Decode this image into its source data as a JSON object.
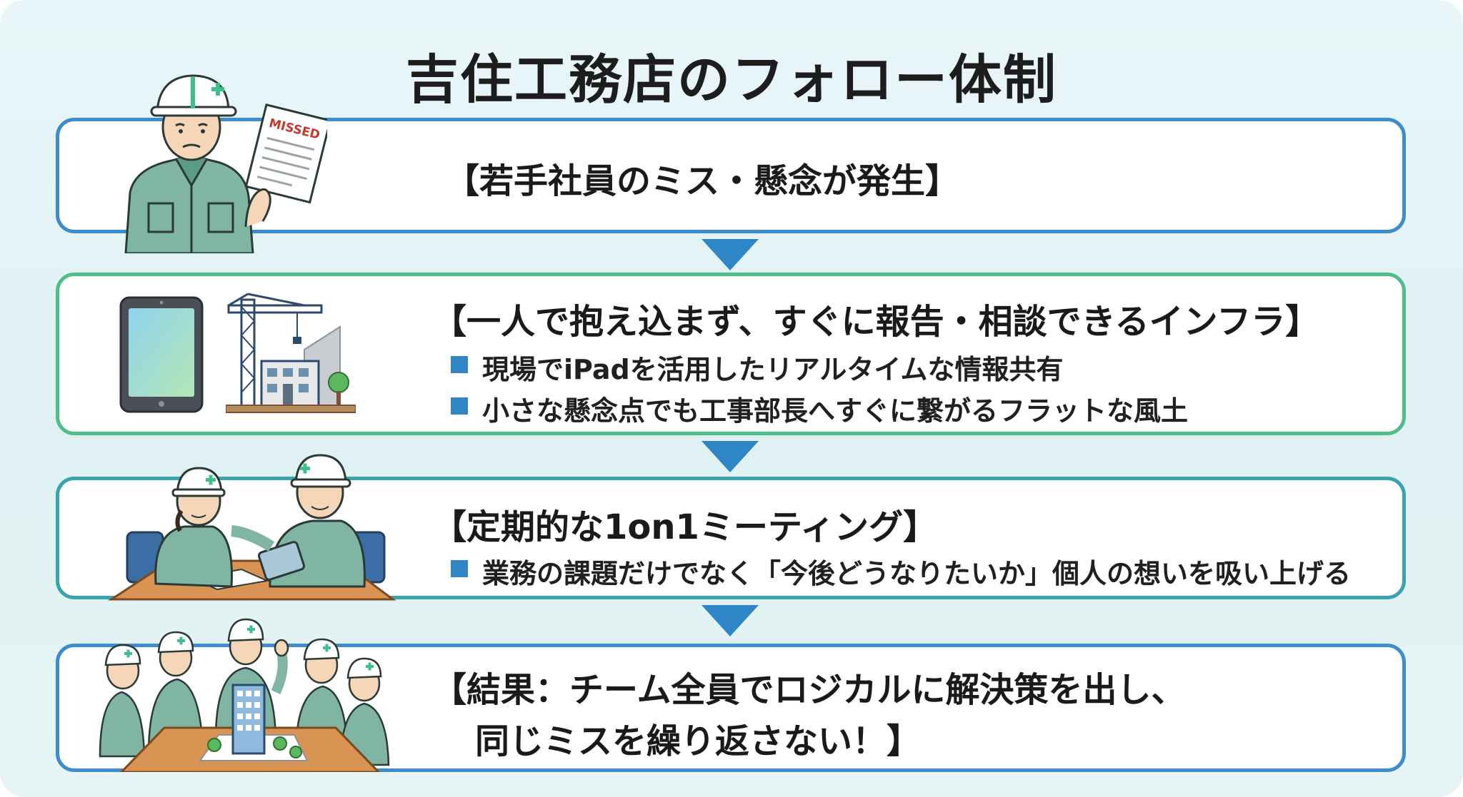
{
  "title": "吉住工務店のフォロー体制",
  "steps": [
    {
      "heading": "【若手社員のミス・懸念が発生】",
      "bullets": [],
      "document_stamp": "MISSED"
    },
    {
      "heading": "【一人で抱え込まず、すぐに報告・相談できるインフラ】",
      "bullets": [
        "現場でiPadを活用したリアルタイムな情報共有",
        "小さな懸念点でも工事部長へすぐに繋がるフラットな風土"
      ]
    },
    {
      "heading": "【定期的な1on1ミーティング】",
      "bullets": [
        "業務の課題だけでなく「今後どうなりたいか」個人の想いを吸い上げる"
      ]
    },
    {
      "heading_lines": [
        "【結果：チーム全員でロジカルに解決策を出し、",
        "同じミスを繰り返さない！】"
      ]
    }
  ],
  "colors": {
    "step1_border": "#3d8ccc",
    "step2_border": "#4fbd8a",
    "step3_border": "#3aa3b0",
    "step4_border": "#3d8ccc",
    "arrow": "#2e86c7",
    "bullet": "#2e86c7",
    "uniform": "#7fb5a2",
    "helmet": "#ffffff",
    "helmet_cross": "#3fbf8a"
  },
  "icons": [
    "worker-worried-icon",
    "tablet-icon",
    "construction-crane-icon",
    "mentor-meeting-icon",
    "team-meeting-icon",
    "down-arrow-icon"
  ]
}
